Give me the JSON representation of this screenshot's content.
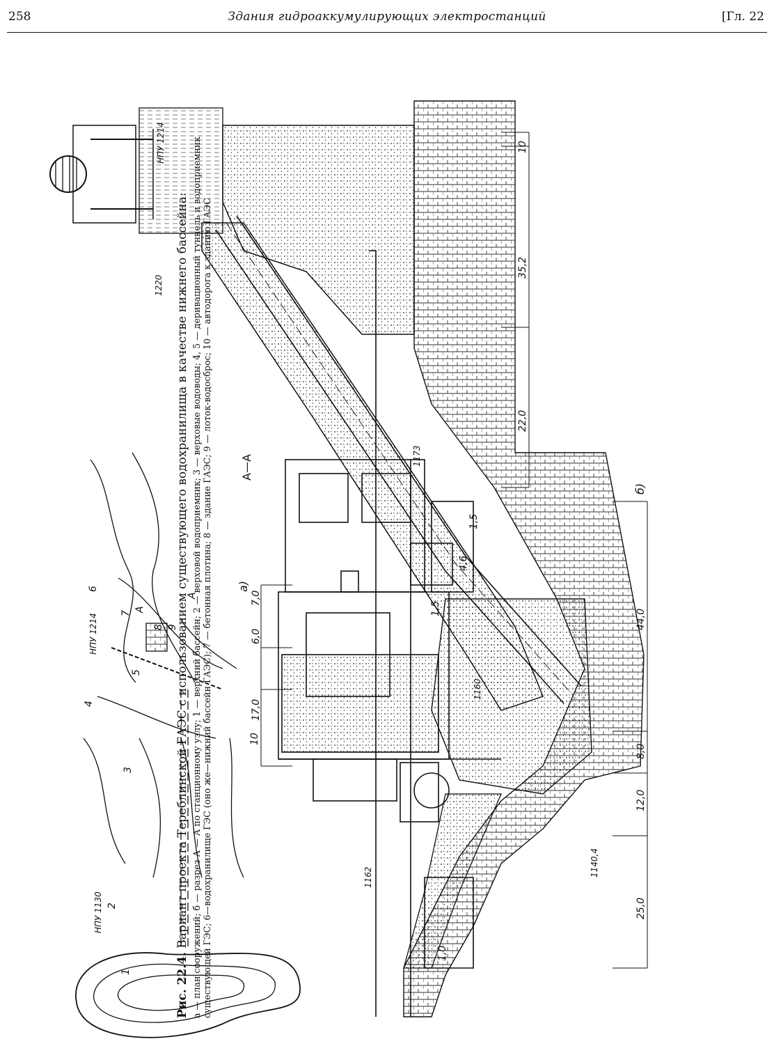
{
  "header": {
    "page_number": "258",
    "running_title": "Здания гидроаккумулирующих электростанций",
    "chapter": "[Гл. 22"
  },
  "figure": {
    "caption_number": "Рис. 22.4.",
    "caption_title": "Вариант проекта Тереблинской ГАЭС с использованием существующего водохранилища в качестве нижнего бассейна:",
    "caption_body": "а — план сооружений; б — разрез А — А по станционному узлу; 1 — верхний бассейн; 2 — верховой водоприемник; 3 — верховые водоводы; 4, 5 — деривационный туннель и водоприемник существующей ГЭС; 6—водохранилище ГЭС (оно же—нижний бассейн ГАЭС); 7 — бетонная плотина; 8 — здание ГАЭС; 9 — лоток-водосброс; 10 — автодорога к зданию ГАЭС",
    "labels": {
      "part_a": "а)",
      "part_b": "б)",
      "section": "А—А",
      "npu_1130": "НПУ 1130",
      "npu_1214_plan": "НПУ 1214",
      "npu_1214_sec": "НПУ 1214",
      "el_1220": "1220",
      "el_1173": "1173",
      "el_1160": "1160",
      "el_1162": "1162",
      "el_1140": "1140,4",
      "cut_a1": "А",
      "cut_a2": "А",
      "n1": "1",
      "n2": "2",
      "n3": "3",
      "n4": "4",
      "n5": "5",
      "n6": "6",
      "n7": "7",
      "n8": "8",
      "n9": "9",
      "n10": "10",
      "d_25": "25,0",
      "d_12": "12,0",
      "d_8": "8,0",
      "d_44": "44,0",
      "d_22": "22,0",
      "d_352": "35,2",
      "d_10": "10",
      "d_17": "17,0",
      "d_6": "6,0",
      "d_7": "7,0",
      "d_15a": "1,5",
      "d_46": "4,6",
      "d_15b": "1,5",
      "d_10b": "1,0"
    }
  }
}
